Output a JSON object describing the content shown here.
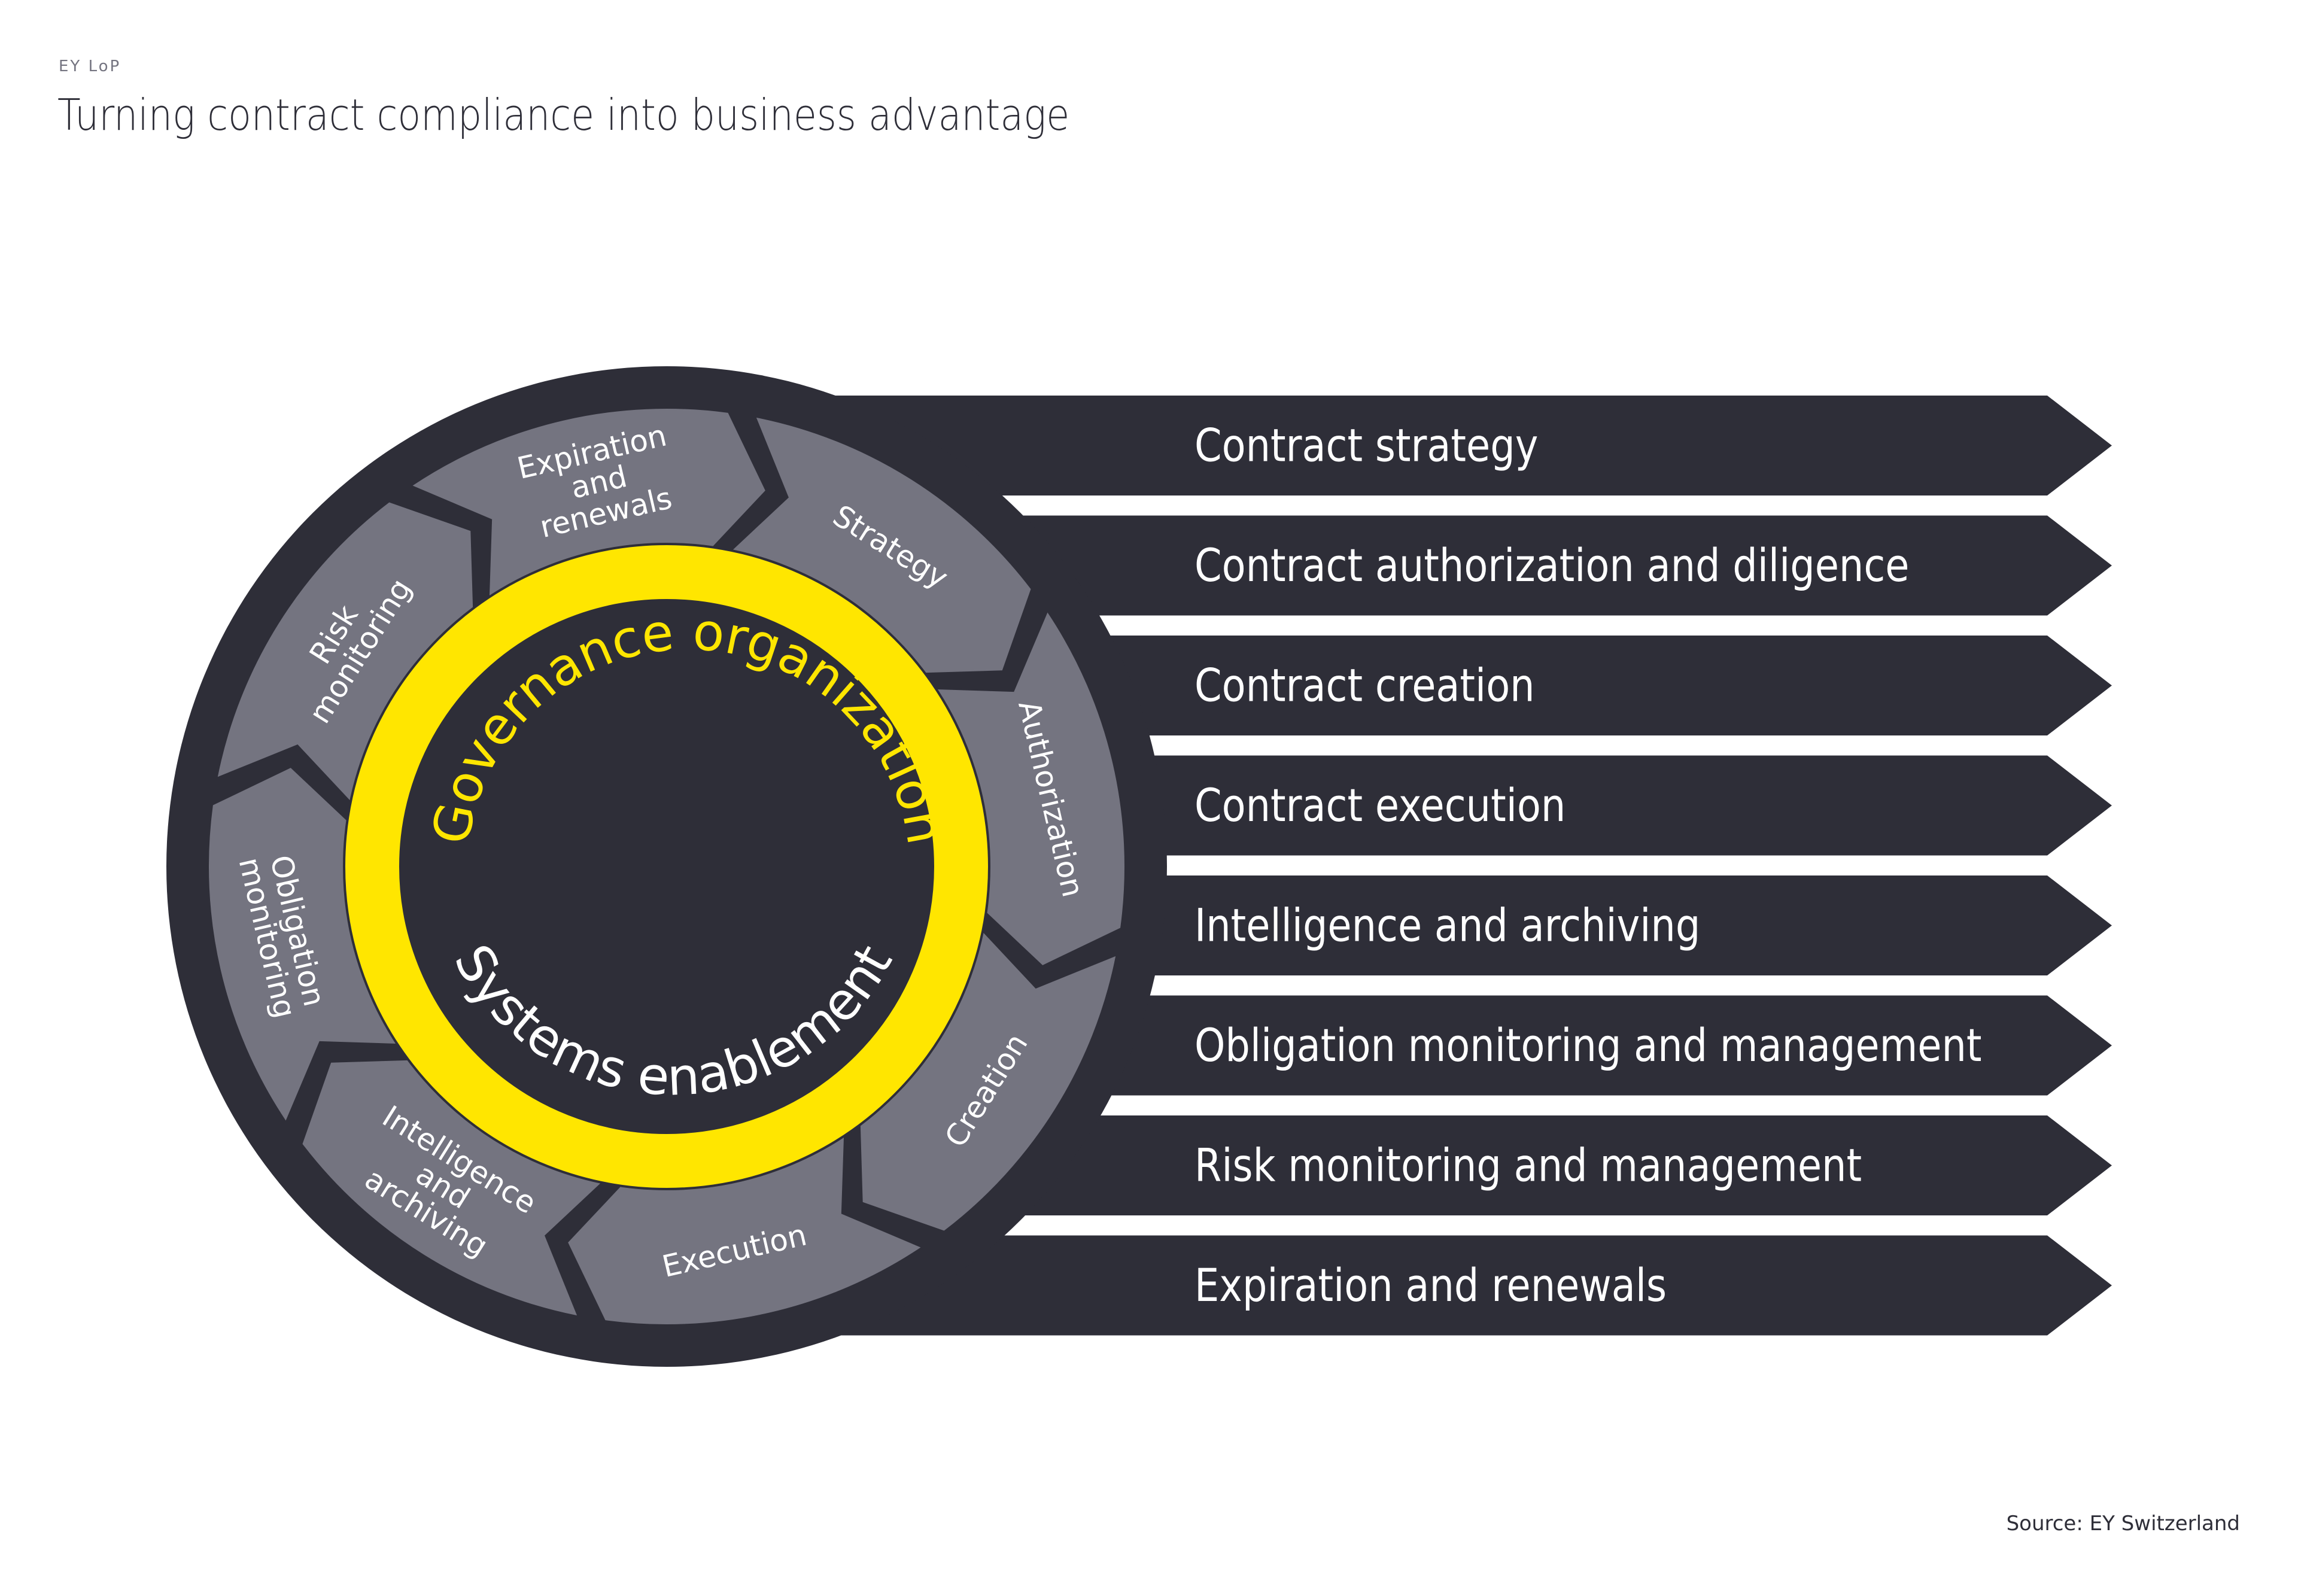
{
  "header": {
    "eyebrow": "EY LoP",
    "title": "Turning contract compliance into business advantage"
  },
  "footer": {
    "source": "Source: EY Switzerland"
  },
  "colors": {
    "dark": "#2e2e38",
    "gray_segment": "#747480",
    "yellow": "#ffe600",
    "white": "#ffffff"
  },
  "core": {
    "top_label": "Governance organization",
    "bottom_label": "Systems enablement"
  },
  "cycle_segments": [
    {
      "id": "strategy",
      "lines": [
        "Strategy"
      ]
    },
    {
      "id": "authorization",
      "lines": [
        "Authorization"
      ]
    },
    {
      "id": "creation",
      "lines": [
        "Creation"
      ]
    },
    {
      "id": "execution",
      "lines": [
        "Execution"
      ]
    },
    {
      "id": "intelligence",
      "lines": [
        "Intelligence",
        "and",
        "archiving"
      ]
    },
    {
      "id": "obligation",
      "lines": [
        "Obligation",
        "monitoring"
      ]
    },
    {
      "id": "risk",
      "lines": [
        "Risk",
        "monitoring"
      ]
    },
    {
      "id": "expiration",
      "lines": [
        "Expiration",
        "and",
        "renewals"
      ]
    }
  ],
  "process_arrows": [
    "Contract strategy",
    "Contract authorization and diligence",
    "Contract creation",
    "Contract execution",
    "Intelligence and archiving",
    "Obligation monitoring and management",
    "Risk monitoring and management",
    "Expiration and renewals"
  ]
}
